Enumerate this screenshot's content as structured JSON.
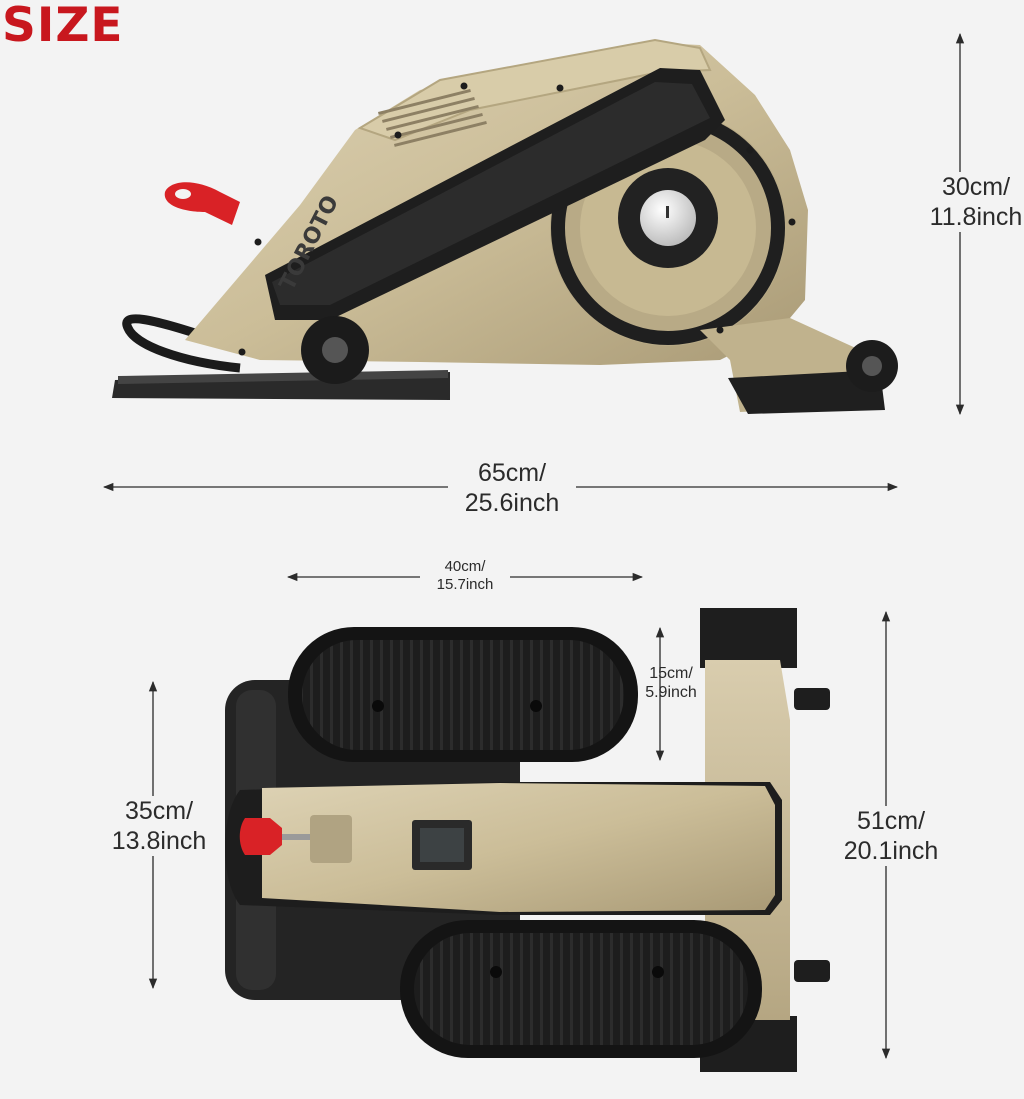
{
  "title": "SIZE",
  "brand": "TOROTO",
  "colors": {
    "title": "#c8171e",
    "body_gold": "#cdbf9c",
    "body_dark": "#1e1e1e",
    "accent_red": "#d92226",
    "background": "#f3f3f3"
  },
  "dimensions": {
    "height": {
      "line1": "30cm/",
      "line2": "11.8inch"
    },
    "length": {
      "line1": "65cm/",
      "line2": "25.6inch"
    },
    "stride": {
      "line1": "40cm/",
      "line2": "15.7inch"
    },
    "pedal_width": {
      "line1": "15cm/",
      "line2": "5.9inch"
    },
    "pedal_spacing": {
      "line1": "35cm/",
      "line2": "13.8inch"
    },
    "width": {
      "line1": "51cm/",
      "line2": "20.1inch"
    }
  }
}
